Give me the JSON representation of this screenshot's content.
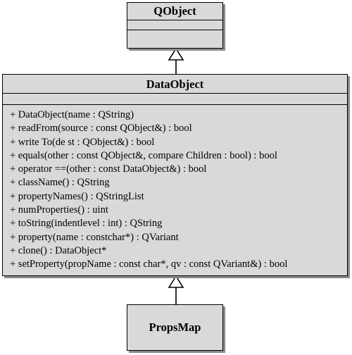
{
  "diagram": {
    "classes": [
      {
        "id": "qobject",
        "name": "QObject",
        "operations": []
      },
      {
        "id": "dataobject",
        "name": "DataObject",
        "operations": [
          "+ DataObject(name : QString)",
          "+ readFrom(source : const QObject&) : bool",
          "+ write To(de st : QObject&) : bool",
          "+ equals(other : const QObject&, compare Children : bool) : bool",
          "+ operator ==(other : const DataObject&) : bool",
          "+ className() : QString",
          "+ propertyNames() : QStringList",
          "+ numProperties() : uint",
          "+ toString(indentlevel : int) : QString",
          "+ property(name : constchar*) : QVariant",
          "+ clone() : DataObject*",
          "+ setProperty(propName : const char*, qv : const QVariant&) : bool"
        ]
      },
      {
        "id": "propsmap",
        "name": "PropsMap",
        "operations": []
      }
    ],
    "relations": [
      {
        "type": "generalization",
        "from": "DataObject",
        "to": "QObject"
      },
      {
        "type": "generalization",
        "from": "PropsMap",
        "to": "DataObject"
      }
    ]
  }
}
